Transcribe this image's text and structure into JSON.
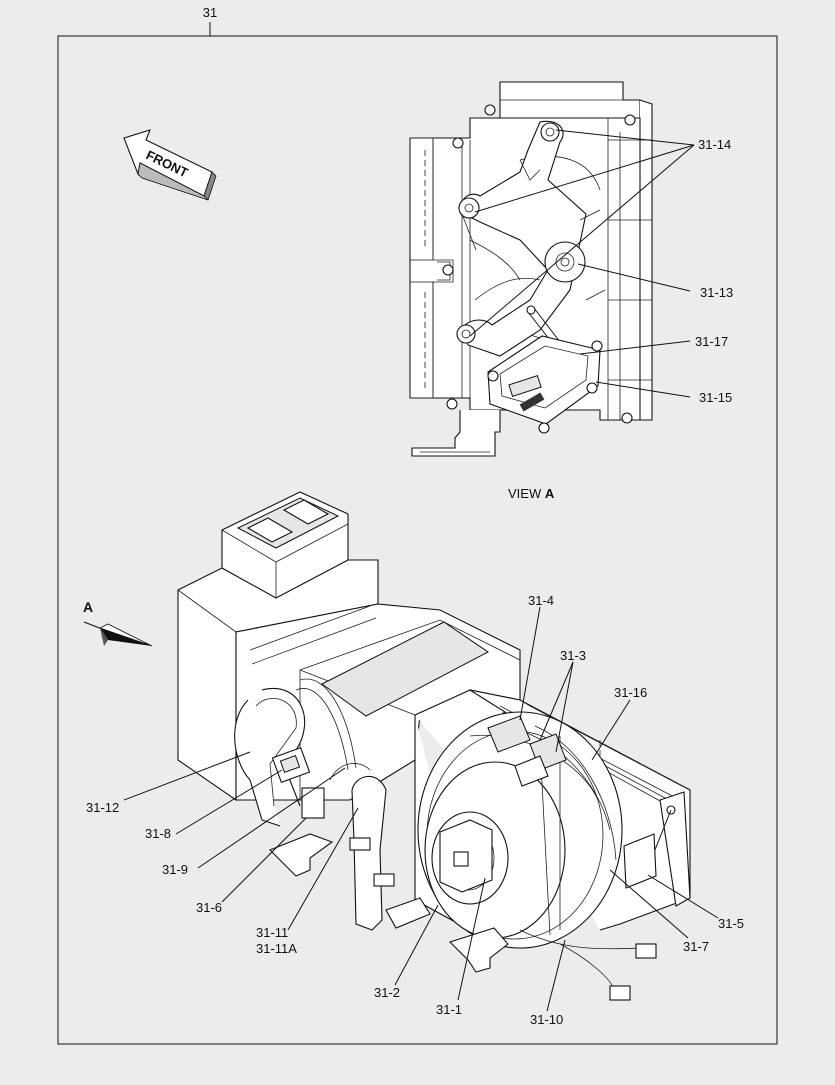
{
  "diagram": {
    "title": "31",
    "front_label": "FRONT",
    "view_caption_prefix": "VIEW ",
    "view_caption_letter": "A",
    "view_arrow_label": "A",
    "callouts": {
      "c31_14": "31-14",
      "c31_13": "31-13",
      "c31_17": "31-17",
      "c31_15": "31-15",
      "c31_4": "31-4",
      "c31_3": "31-3",
      "c31_16": "31-16",
      "c31_12": "31-12",
      "c31_8": "31-8",
      "c31_9": "31-9",
      "c31_6": "31-6",
      "c31_11": "31-11",
      "c31_11a": "31-11A",
      "c31_2": "31-2",
      "c31_1": "31-1",
      "c31_10": "31-10",
      "c31_7": "31-7",
      "c31_5": "31-5"
    }
  }
}
